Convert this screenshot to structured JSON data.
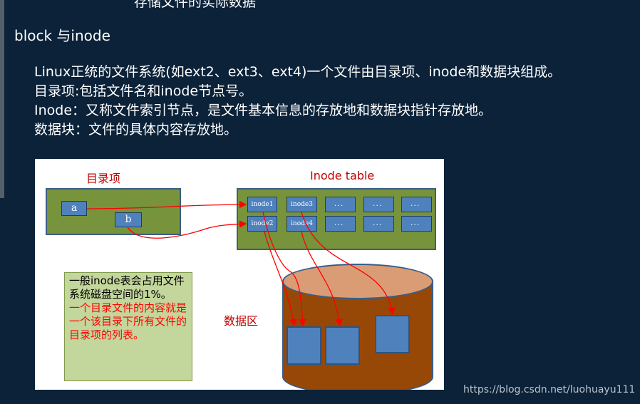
{
  "header": {
    "cut_text": "存储文件的实际数据",
    "title": "block 与inode"
  },
  "paragraphs": [
    "Linux正统的文件系统(如ext2、ext3、ext4)一个文件由目录项、inode和数据块组成。",
    "目录项:包括文件名和inode节点号。",
    "Inode：又称文件索引节点，是文件基本信息的存放地和数据块指针存放地。",
    "数据块：文件的具体内容存放地。"
  ],
  "figure": {
    "dir_title": "目录项",
    "inode_title": "Inode table",
    "dir_entries": [
      "a",
      "b"
    ],
    "inode_row1": [
      "inode1",
      "inode3",
      "．．．",
      "．．．",
      "．．．"
    ],
    "inode_row2": [
      "inode2",
      "inode4",
      "．．．",
      "．．．",
      "．．．"
    ],
    "data_label": "数据区",
    "note_black": "一般inode表会占用文件系统磁盘空间的1%。",
    "note_red": "一个目录文件的内容就是一个该目录下所有文件的目录项的列表。",
    "colors": {
      "title_red": "#c00000",
      "green": "#77933c",
      "blue": "#4f81bd",
      "cylinder": "#984806",
      "arrow": "#ff0000"
    }
  },
  "watermark": "https://blog.csdn.net/luohuayu111"
}
